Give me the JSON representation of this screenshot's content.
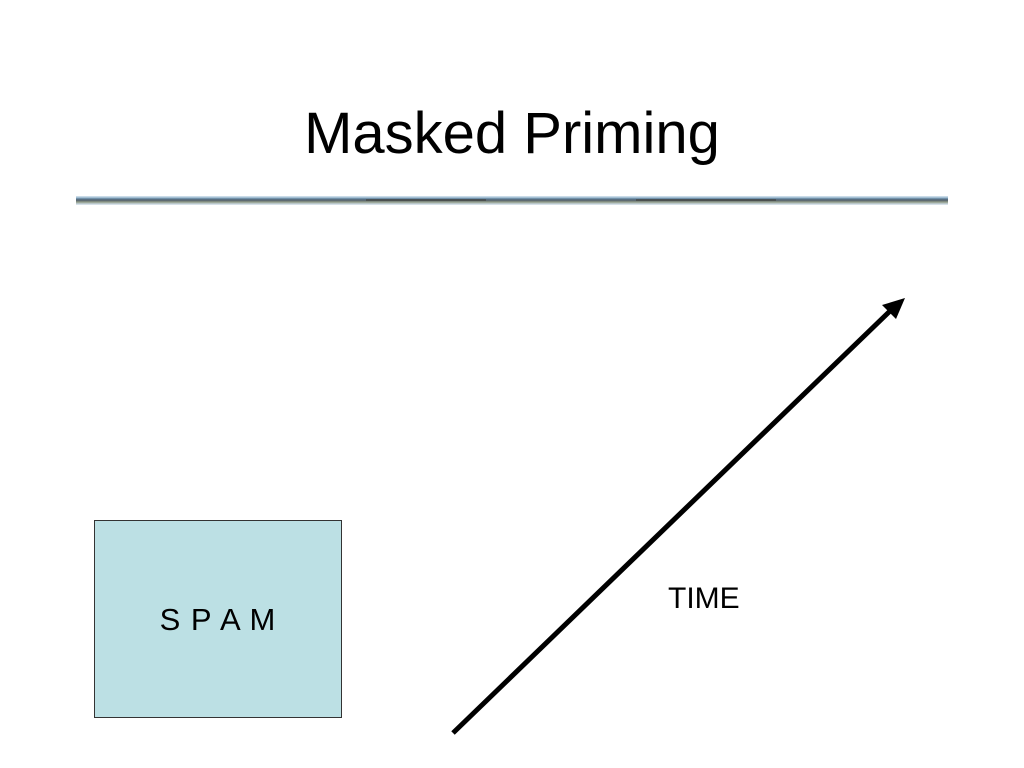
{
  "slide": {
    "title": "Masked Priming"
  },
  "diagram": {
    "stimulus_box": {
      "text": "S P A M",
      "fill_color": "#bce0e4"
    },
    "time_axis": {
      "label": "TIME",
      "direction": "upward-right"
    }
  }
}
